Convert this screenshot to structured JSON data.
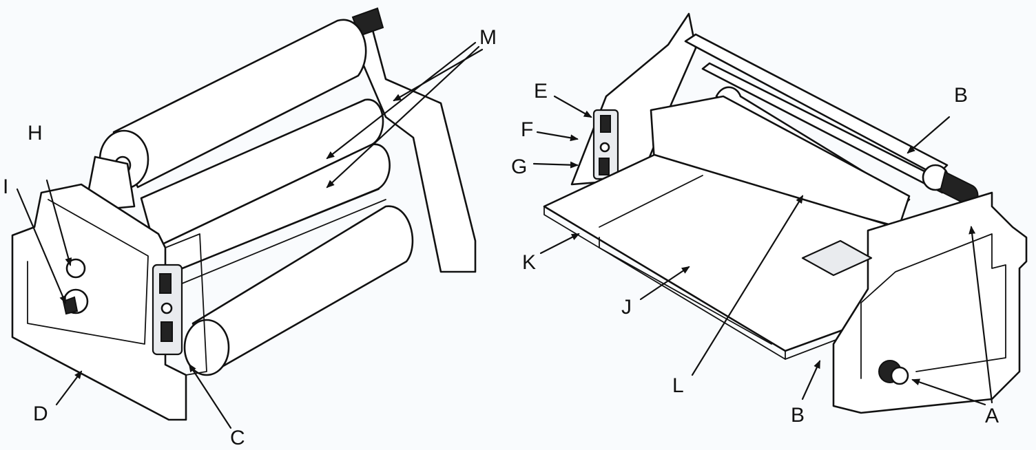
{
  "labels": {
    "A": "A",
    "B_top": "B",
    "B_bottom": "B",
    "C": "C",
    "D": "D",
    "E": "E",
    "F": "F",
    "G": "G",
    "H": "H",
    "I": "I",
    "J": "J",
    "K": "K",
    "L": "L",
    "M": "M"
  }
}
